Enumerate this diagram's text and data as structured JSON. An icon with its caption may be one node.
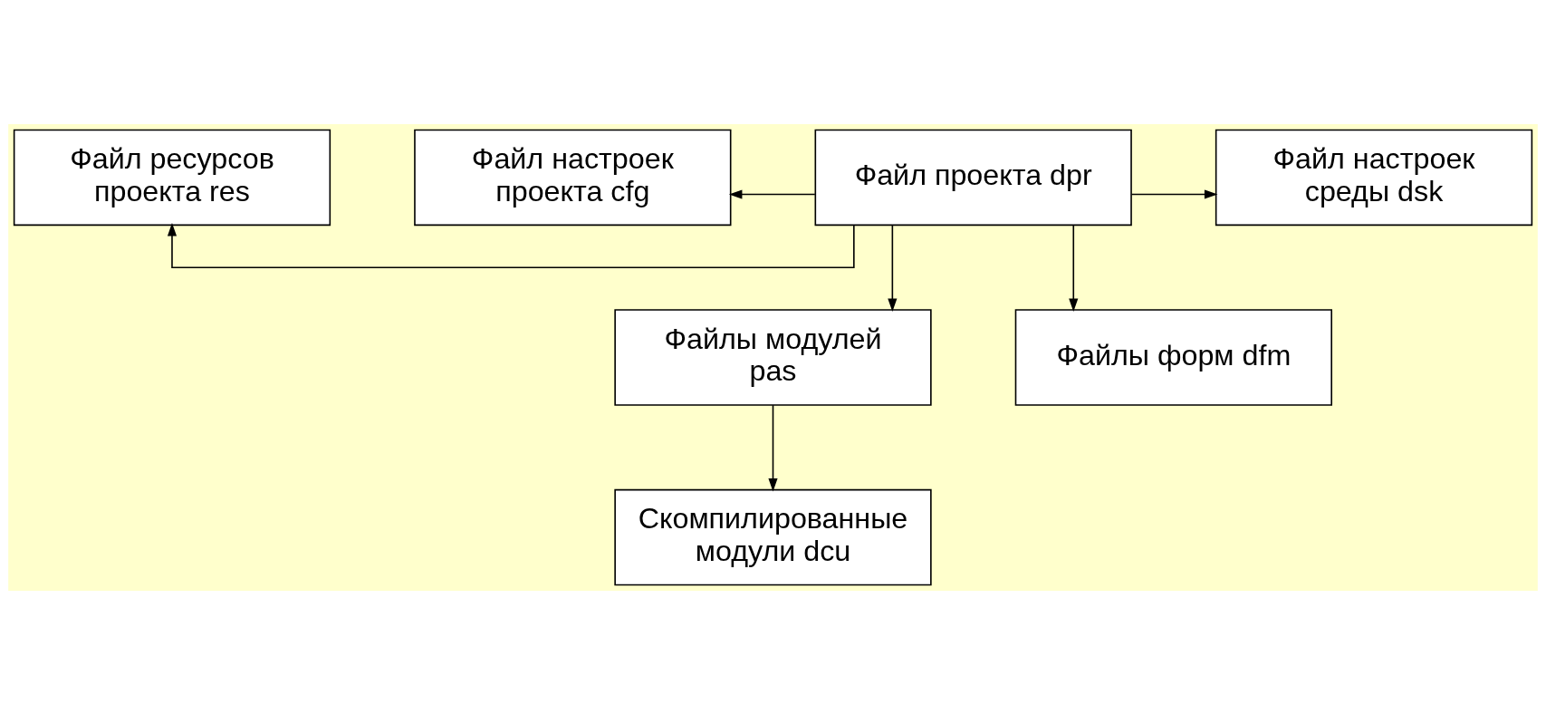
{
  "diagram": {
    "nodes": [
      {
        "text": [
          "Файл ресурсов проекта res"
        ]
      },
      {
        "text": [
          "Файл настроек проекта cfg"
        ]
      },
      {
        "text": [
          "Файл проекта dpr"
        ]
      },
      {
        "text": [
          "Файл настроек среды dsk"
        ]
      },
      {
        "text": [
          "Файлы модулей pas"
        ]
      },
      {
        "text": [
          "Файлы форм dfm"
        ]
      },
      {
        "text": [
          "Скомпилированные модули dcu"
        ]
      }
    ],
    "edges": [
      {
        "from": 2,
        "to": 0,
        "arrow": "to"
      },
      {
        "from": 2,
        "to": 1,
        "arrow": "to"
      },
      {
        "from": 2,
        "to": 3,
        "arrow": "to"
      },
      {
        "from": 2,
        "to": 4,
        "arrow": "to"
      },
      {
        "from": 2,
        "to": 5,
        "arrow": "to"
      },
      {
        "from": 4,
        "to": 6,
        "arrow": "to"
      }
    ]
  }
}
